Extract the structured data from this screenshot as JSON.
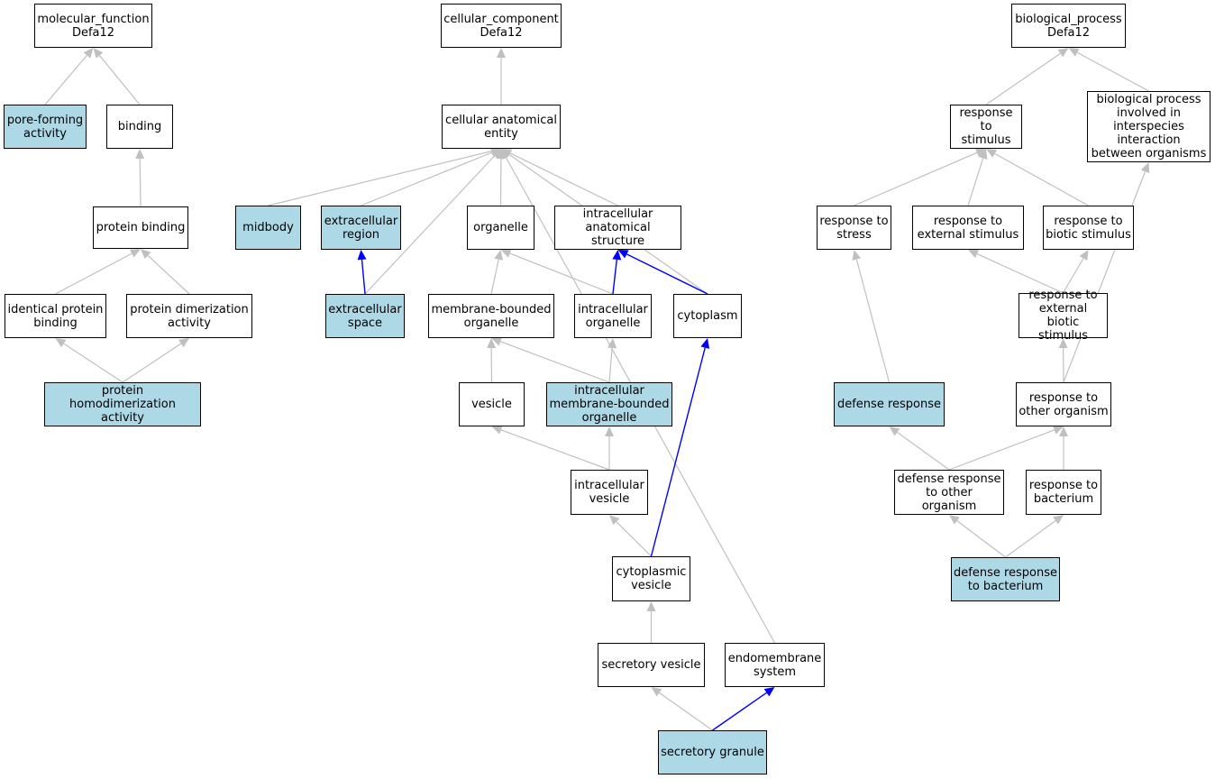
{
  "colors": {
    "highlight": "#add8e6",
    "edge_default": "#c0c0c0",
    "edge_highlight": "#0000ff",
    "border": "#000000"
  },
  "nodes": {
    "mf_root": {
      "label": "molecular_function\nDefa12",
      "highlight": false
    },
    "pore_forming": {
      "label": "pore-forming\nactivity",
      "highlight": true
    },
    "binding": {
      "label": "binding",
      "highlight": false
    },
    "protein_binding": {
      "label": "protein binding",
      "highlight": false
    },
    "identical_protein_binding": {
      "label": "identical protein\nbinding",
      "highlight": false
    },
    "protein_dimerization": {
      "label": "protein dimerization\nactivity",
      "highlight": false
    },
    "protein_homodimerization": {
      "label": "protein homodimerization\nactivity",
      "highlight": true
    },
    "cc_root": {
      "label": "cellular_component\nDefa12",
      "highlight": false
    },
    "cellular_anatomical_entity": {
      "label": "cellular anatomical\nentity",
      "highlight": false
    },
    "midbody": {
      "label": "midbody",
      "highlight": true
    },
    "extracellular_region": {
      "label": "extracellular\nregion",
      "highlight": true
    },
    "extracellular_space": {
      "label": "extracellular\nspace",
      "highlight": true
    },
    "organelle": {
      "label": "organelle",
      "highlight": false
    },
    "intracellular_anatomical_structure": {
      "label": "intracellular\nanatomical structure",
      "highlight": false
    },
    "membrane_bounded_organelle": {
      "label": "membrane-bounded\norganelle",
      "highlight": false
    },
    "intracellular_organelle": {
      "label": "intracellular\norganelle",
      "highlight": false
    },
    "cytoplasm": {
      "label": "cytoplasm",
      "highlight": false
    },
    "vesicle": {
      "label": "vesicle",
      "highlight": false
    },
    "intracellular_mb_organelle": {
      "label": "intracellular\nmembrane-bounded\norganelle",
      "highlight": true
    },
    "intracellular_vesicle": {
      "label": "intracellular\nvesicle",
      "highlight": false
    },
    "cytoplasmic_vesicle": {
      "label": "cytoplasmic\nvesicle",
      "highlight": false
    },
    "secretory_vesicle": {
      "label": "secretory vesicle",
      "highlight": false
    },
    "endomembrane_system": {
      "label": "endomembrane\nsystem",
      "highlight": false
    },
    "secretory_granule": {
      "label": "secretory granule",
      "highlight": true
    },
    "bp_root": {
      "label": "biological_process\nDefa12",
      "highlight": false
    },
    "response_to_stimulus": {
      "label": "response to\nstimulus",
      "highlight": false
    },
    "bp_interspecies": {
      "label": "biological process\ninvolved in\ninterspecies\ninteraction\nbetween organisms",
      "highlight": false
    },
    "response_to_stress": {
      "label": "response to\nstress",
      "highlight": false
    },
    "response_to_external_stimulus": {
      "label": "response to\nexternal stimulus",
      "highlight": false
    },
    "response_to_biotic_stimulus": {
      "label": "response to\nbiotic stimulus",
      "highlight": false
    },
    "response_to_external_biotic_stimulus": {
      "label": "response to\nexternal biotic\nstimulus",
      "highlight": false
    },
    "defense_response": {
      "label": "defense response",
      "highlight": true
    },
    "response_to_other_organism": {
      "label": "response to\nother organism",
      "highlight": false
    },
    "defense_response_other_organism": {
      "label": "defense response\nto other organism",
      "highlight": false
    },
    "response_to_bacterium": {
      "label": "response to\nbacterium",
      "highlight": false
    },
    "defense_response_bacterium": {
      "label": "defense response\nto bacterium",
      "highlight": true
    }
  },
  "edges": [
    {
      "from": "pore_forming",
      "to": "mf_root",
      "highlight": false
    },
    {
      "from": "binding",
      "to": "mf_root",
      "highlight": false
    },
    {
      "from": "protein_binding",
      "to": "binding",
      "highlight": false
    },
    {
      "from": "identical_protein_binding",
      "to": "protein_binding",
      "highlight": false
    },
    {
      "from": "protein_dimerization",
      "to": "protein_binding",
      "highlight": false
    },
    {
      "from": "protein_homodimerization",
      "to": "identical_protein_binding",
      "highlight": false
    },
    {
      "from": "protein_homodimerization",
      "to": "protein_dimerization",
      "highlight": false
    },
    {
      "from": "cellular_anatomical_entity",
      "to": "cc_root",
      "highlight": false
    },
    {
      "from": "midbody",
      "to": "cellular_anatomical_entity",
      "highlight": false
    },
    {
      "from": "extracellular_region",
      "to": "cellular_anatomical_entity",
      "highlight": false
    },
    {
      "from": "extracellular_space",
      "to": "cellular_anatomical_entity",
      "highlight": false
    },
    {
      "from": "organelle",
      "to": "cellular_anatomical_entity",
      "highlight": false
    },
    {
      "from": "intracellular_anatomical_structure",
      "to": "cellular_anatomical_entity",
      "highlight": false
    },
    {
      "from": "cytoplasm",
      "to": "cellular_anatomical_entity",
      "highlight": false
    },
    {
      "from": "endomembrane_system",
      "to": "cellular_anatomical_entity",
      "highlight": false
    },
    {
      "from": "extracellular_space",
      "to": "extracellular_region",
      "highlight": true
    },
    {
      "from": "membrane_bounded_organelle",
      "to": "organelle",
      "highlight": false
    },
    {
      "from": "intracellular_organelle",
      "to": "organelle",
      "highlight": false
    },
    {
      "from": "intracellular_organelle",
      "to": "intracellular_anatomical_structure",
      "highlight": true
    },
    {
      "from": "cytoplasm",
      "to": "intracellular_anatomical_structure",
      "highlight": true
    },
    {
      "from": "vesicle",
      "to": "membrane_bounded_organelle",
      "highlight": false
    },
    {
      "from": "intracellular_mb_organelle",
      "to": "membrane_bounded_organelle",
      "highlight": false
    },
    {
      "from": "intracellular_mb_organelle",
      "to": "intracellular_organelle",
      "highlight": false
    },
    {
      "from": "intracellular_vesicle",
      "to": "vesicle",
      "highlight": false
    },
    {
      "from": "intracellular_vesicle",
      "to": "intracellular_mb_organelle",
      "highlight": false
    },
    {
      "from": "cytoplasmic_vesicle",
      "to": "intracellular_vesicle",
      "highlight": false
    },
    {
      "from": "cytoplasmic_vesicle",
      "to": "cytoplasm",
      "highlight": true
    },
    {
      "from": "secretory_vesicle",
      "to": "cytoplasmic_vesicle",
      "highlight": false
    },
    {
      "from": "secretory_granule",
      "to": "secretory_vesicle",
      "highlight": false
    },
    {
      "from": "secretory_granule",
      "to": "endomembrane_system",
      "highlight": true
    },
    {
      "from": "response_to_stimulus",
      "to": "bp_root",
      "highlight": false
    },
    {
      "from": "bp_interspecies",
      "to": "bp_root",
      "highlight": false
    },
    {
      "from": "response_to_stress",
      "to": "response_to_stimulus",
      "highlight": false
    },
    {
      "from": "response_to_external_stimulus",
      "to": "response_to_stimulus",
      "highlight": false
    },
    {
      "from": "response_to_biotic_stimulus",
      "to": "response_to_stimulus",
      "highlight": false
    },
    {
      "from": "response_to_external_biotic_stimulus",
      "to": "response_to_external_stimulus",
      "highlight": false
    },
    {
      "from": "response_to_external_biotic_stimulus",
      "to": "response_to_biotic_stimulus",
      "highlight": false
    },
    {
      "from": "defense_response",
      "to": "response_to_stress",
      "highlight": false
    },
    {
      "from": "response_to_other_organism",
      "to": "response_to_external_biotic_stimulus",
      "highlight": false
    },
    {
      "from": "response_to_other_organism",
      "to": "bp_interspecies",
      "highlight": false
    },
    {
      "from": "defense_response_other_organism",
      "to": "defense_response",
      "highlight": false
    },
    {
      "from": "defense_response_other_organism",
      "to": "response_to_other_organism",
      "highlight": false
    },
    {
      "from": "response_to_bacterium",
      "to": "response_to_other_organism",
      "highlight": false
    },
    {
      "from": "defense_response_bacterium",
      "to": "defense_response_other_organism",
      "highlight": false
    },
    {
      "from": "defense_response_bacterium",
      "to": "response_to_bacterium",
      "highlight": false
    }
  ]
}
